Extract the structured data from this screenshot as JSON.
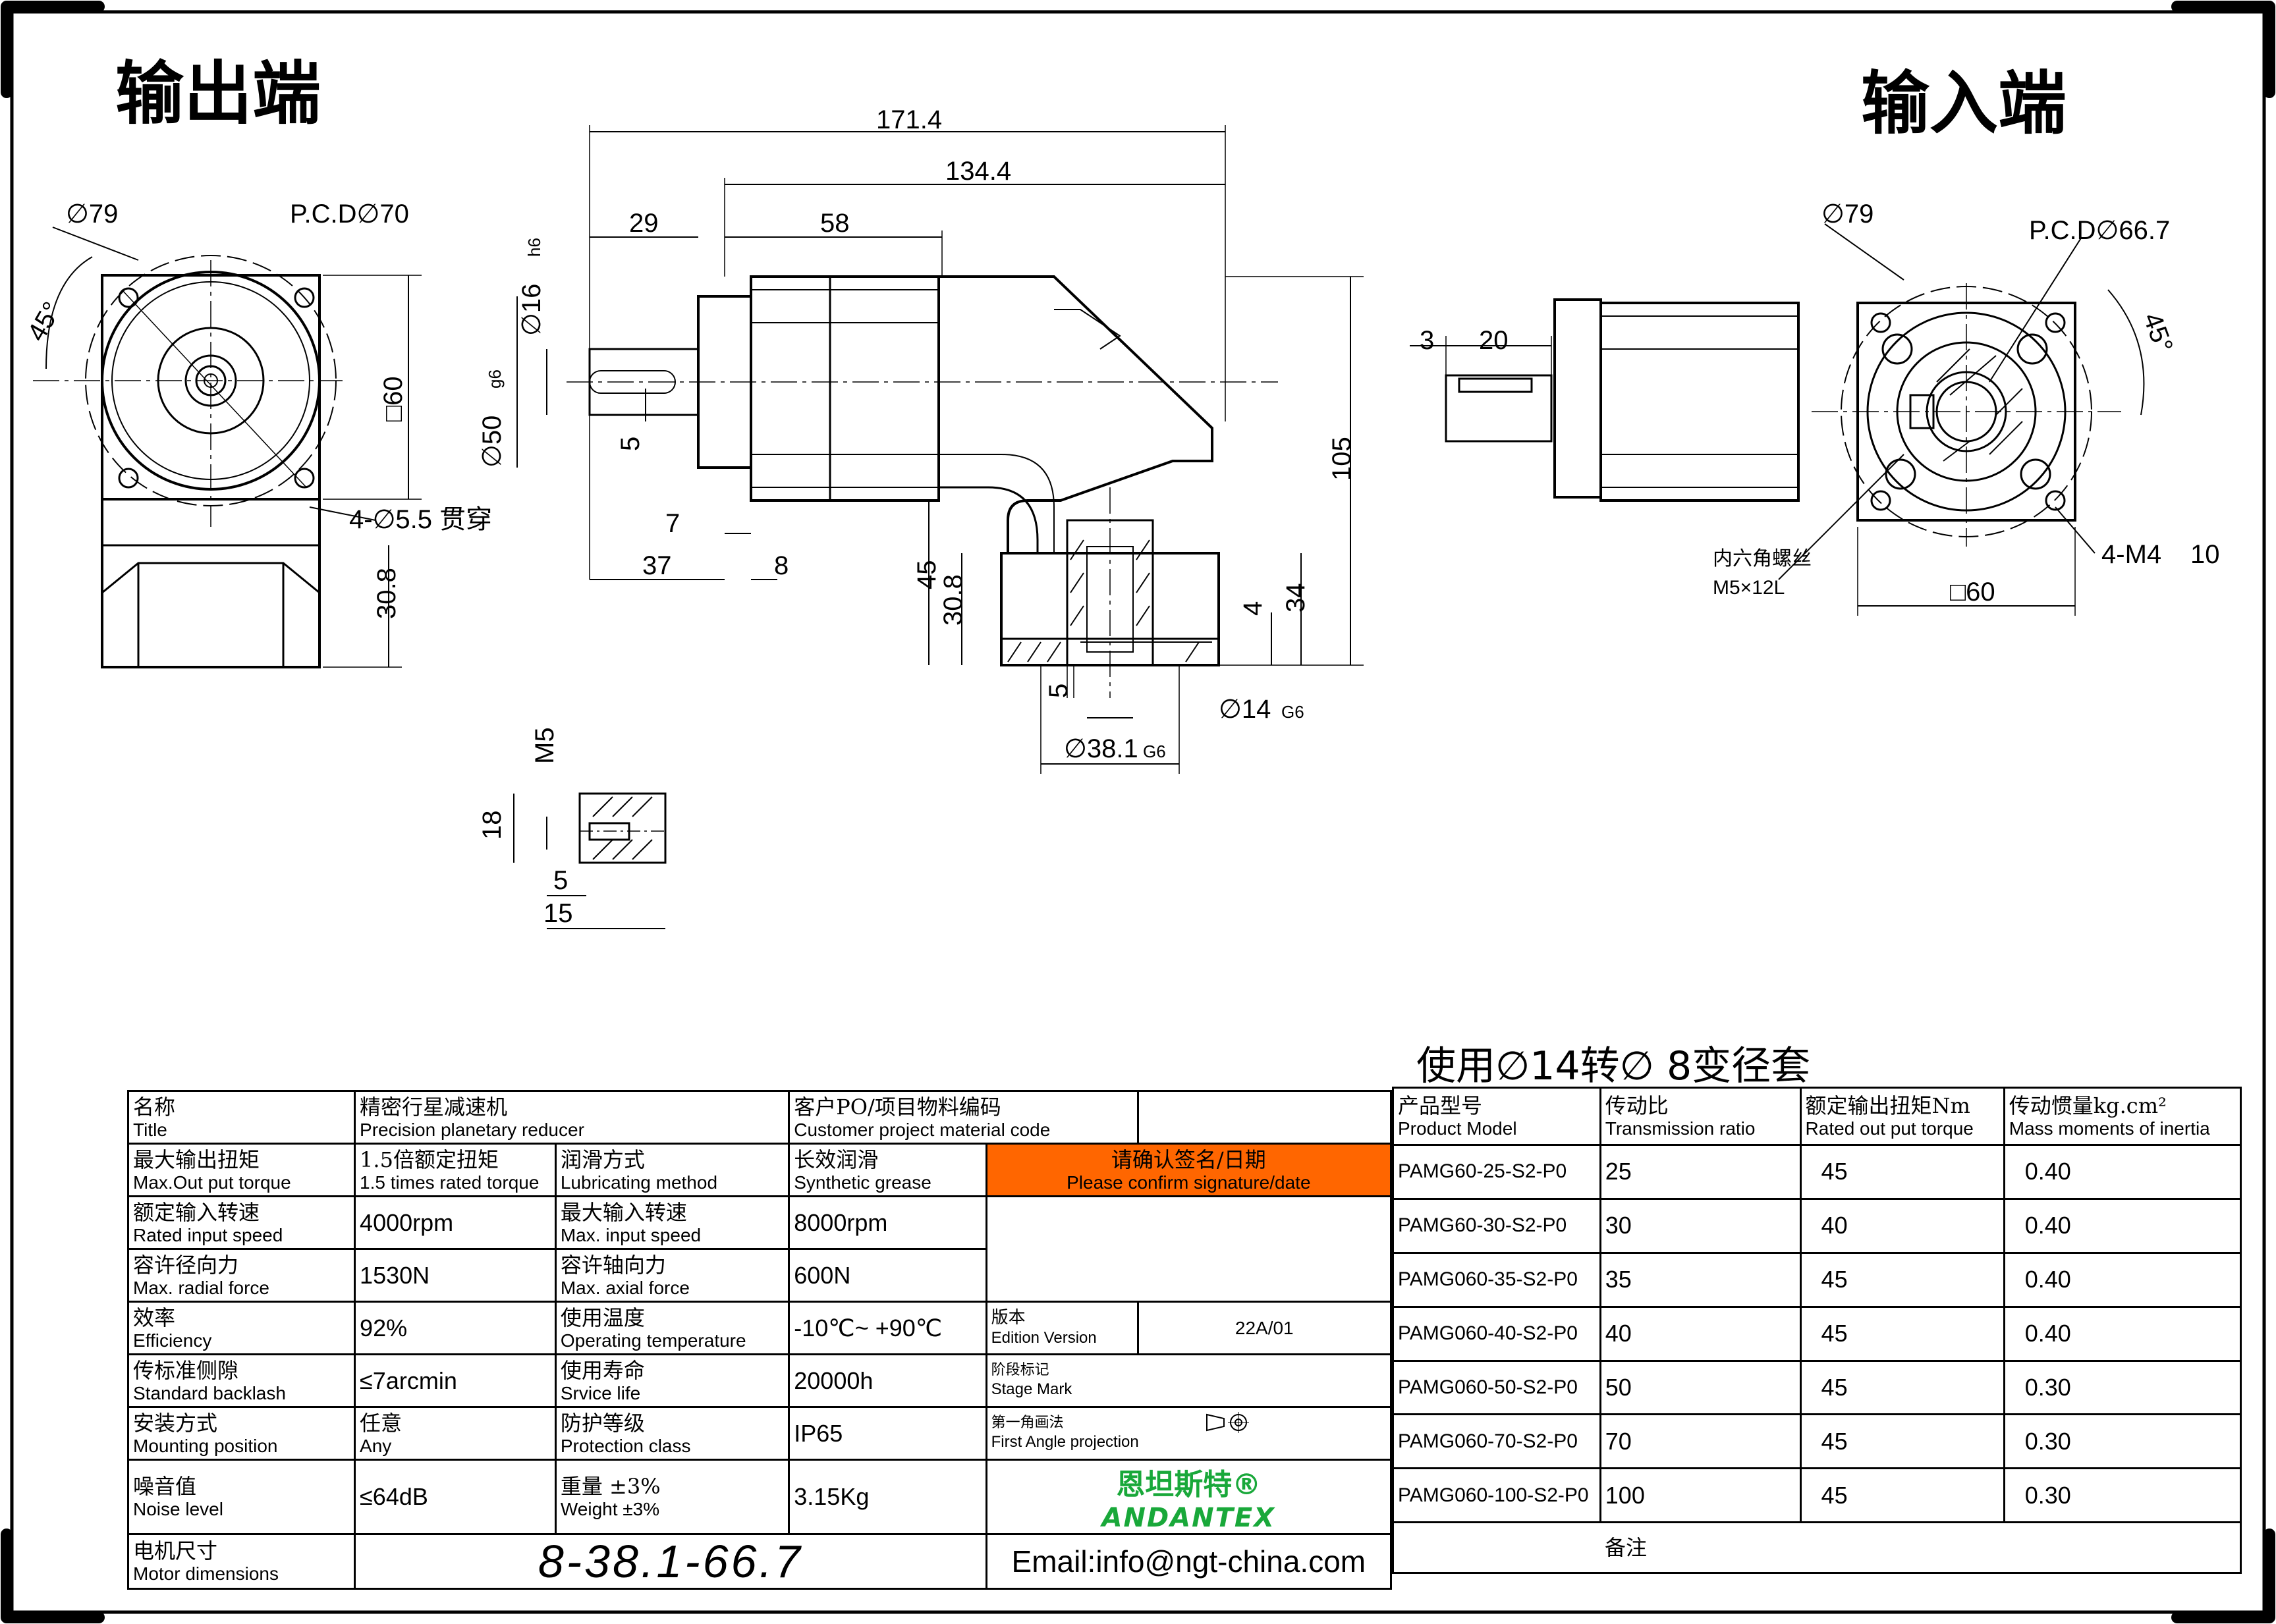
{
  "labels": {
    "output_end": "输出端",
    "input_end": "输入端",
    "adapter_title": "使用∅14转∅ 8变径套"
  },
  "dimensions": {
    "out_dia": "∅79",
    "out_pcd": "P.C.D∅70",
    "out_angle": "45°",
    "out_square": "□60",
    "out_holes": "4-∅5.5 贯穿",
    "out_height": "30.8",
    "len_total": "171.4",
    "len_body": "134.4",
    "len_29": "29",
    "len_58": "58",
    "shaft_dia": "∅16",
    "shaft_tol": "h6",
    "pilot_dia": "∅50",
    "pilot_tol": "g6",
    "key_5": "5",
    "d7": "7",
    "d37": "37",
    "d8": "8",
    "d45": "45",
    "d30_8": "30.8",
    "d105": "105",
    "d4": "4",
    "d34": "34",
    "d5b": "5",
    "bore_dia": "∅14",
    "bore_tol": "G6",
    "spigot_dia": "∅38.1",
    "spigot_tol": "G6",
    "m5": "M5",
    "d18": "18",
    "d5c": "5",
    "d15": "15",
    "in_3": "3",
    "in_20": "20",
    "in_dia": "∅79",
    "in_pcd": "P.C.D∅66.7",
    "in_angle": "45°",
    "in_screw_cn": "内六角螺丝",
    "in_screw_en": "M5×12L",
    "in_holes": "4-M4",
    "in_depth": "10",
    "in_square": "□60"
  },
  "spec": {
    "name_cn": "名称",
    "name_en": "Title",
    "name_val_cn": "精密行星减速机",
    "name_val_en": "Precision planetary reducer",
    "cust_cn": "客户PO/项目物料编码",
    "cust_en": "Customer project material code",
    "torque_cn": "最大输出扭矩",
    "torque_en": "Max.Out put torque",
    "torque_val_cn": "1.5倍额定扭矩",
    "torque_val_en": "1.5 times rated torque",
    "lub_cn": "润滑方式",
    "lub_en": "Lubricating method",
    "lub_val_cn": "长效润滑",
    "lub_val_en": "Synthetic grease",
    "confirm_cn": "请确认签名/日期",
    "confirm_en": "Please confirm signature/date",
    "speed_cn": "额定输入转速",
    "speed_en": "Rated input speed",
    "speed_val": "4000rpm",
    "maxspeed_cn": "最大输入转速",
    "maxspeed_en": "Max. input speed",
    "maxspeed_val": "8000rpm",
    "radial_cn": "容许径向力",
    "radial_en": "Max. radial force",
    "radial_val": "1530N",
    "axial_cn": "容许轴向力",
    "axial_en": "Max. axial force",
    "axial_val": "600N",
    "eff_cn": "效率",
    "eff_en": "Efficiency",
    "eff_val": "92%",
    "temp_cn": "使用温度",
    "temp_en": "Operating temperature",
    "temp_val": "-10℃~ +90℃",
    "edition_cn": "版本",
    "edition_en": "Edition Version",
    "edition_val": "22A/01",
    "backlash_cn": "传标准侧隙",
    "backlash_en": "Standard backlash",
    "backlash_val": "≤7arcmin",
    "life_cn": "使用寿命",
    "life_en": "Srvice life",
    "life_val": "20000h",
    "stage_cn": "阶段标记",
    "stage_en": "Stage Mark",
    "mount_cn": "安装方式",
    "mount_en": "Mounting position",
    "mount_val_cn": "任意",
    "mount_val_en": "Any",
    "prot_cn": "防护等级",
    "prot_en": "Protection class",
    "prot_val": "IP65",
    "proj_cn": "第一角画法",
    "proj_en": "First Angle projection",
    "noise_cn": "噪音值",
    "noise_en": "Noise level",
    "noise_val": "≤64dB",
    "weight_cn": "重量 ±3%",
    "weight_en": "Weight ±3%",
    "weight_val": "3.15Kg",
    "logo_cn": "恩坦斯特®",
    "logo_en": "ANDANTEX",
    "motor_cn": "电机尺寸",
    "motor_en": "Motor dimensions",
    "motor_val": "8-38.1-66.7",
    "email": "Email:info@ngt-china.com",
    "remark": "备注"
  },
  "models": {
    "h_model_cn": "产品型号",
    "h_model_en": "Product Model",
    "h_ratio_cn": "传动比",
    "h_ratio_en": "Transmission ratio",
    "h_torque_cn": "额定输出扭矩Nm",
    "h_torque_en": "Rated out put torque",
    "h_inertia_cn": "传动惯量kg.cm²",
    "h_inertia_en": "Mass moments of inertia",
    "rows": [
      {
        "model": "PAMG60-25-S2-P0",
        "ratio": "25",
        "torque": "45",
        "inertia": "0.40"
      },
      {
        "model": "PAMG60-30-S2-P0",
        "ratio": "30",
        "torque": "40",
        "inertia": "0.40"
      },
      {
        "model": "PAMG060-35-S2-P0",
        "ratio": "35",
        "torque": "45",
        "inertia": "0.40"
      },
      {
        "model": "PAMG060-40-S2-P0",
        "ratio": "40",
        "torque": "45",
        "inertia": "0.40"
      },
      {
        "model": "PAMG060-50-S2-P0",
        "ratio": "50",
        "torque": "45",
        "inertia": "0.30"
      },
      {
        "model": "PAMG060-70-S2-P0",
        "ratio": "70",
        "torque": "45",
        "inertia": "0.30"
      },
      {
        "model": "PAMG060-100-S2-P0",
        "ratio": "100",
        "torque": "45",
        "inertia": "0.30"
      }
    ]
  },
  "colors": {
    "accent_orange": "#ff6600",
    "logo_green": "#19a83a"
  }
}
